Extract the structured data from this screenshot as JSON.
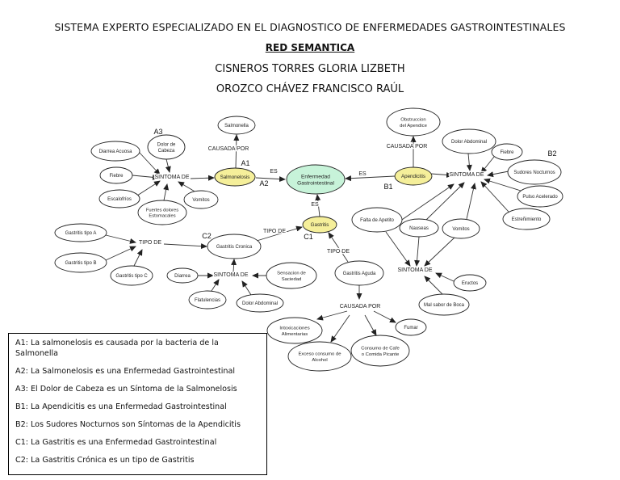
{
  "header": {
    "title": "SISTEMA EXPERTO ESPECIALIZADO EN EL DIAGNOSTICO DE ENFERMEDADES GASTROINTESTINALES",
    "subtitle": "RED SEMANTICA",
    "author1": "CISNEROS TORRES GLORIA LIZBETH",
    "author2": "OROZCO CHÁVEZ FRANCISCO RAÚL"
  },
  "colors": {
    "yellow": "#f5ef9a",
    "green": "#c7f3d9",
    "ink": "#222222"
  },
  "nodes": {
    "center": "Enfermedad Gastrointestinal",
    "salmonelosis": "Salmonelosis",
    "salmonella": "Salmonella",
    "diarrea_acuosa": "Diarrea Acuosa",
    "dolor_cabeza": "Dolor de Cabeza",
    "fiebre1": "Fiebre",
    "escalofrios": "Escalofríos",
    "fuertes_dolores": "Fuertes dolores Estomacales",
    "vomitos1": "Vomitos",
    "apendicitis": "Apendicitis",
    "obstruccion": "Obstruccion del Apendice",
    "dolor_abdominal1": "Dolor Abdominal",
    "fiebre2": "Fiebre",
    "sudores": "Sudores Nocturnos",
    "pulso": "Pulso Acelerado",
    "estrenimiento": "Estreñimiento",
    "gastritis": "Gastritis",
    "gastritis_cronica": "Gastritis Cronica",
    "gastritis_a": "Gastritis tipo A",
    "gastritis_b": "Gastritis tipo B",
    "gastritis_c": "Gastritis tipo C",
    "diarrea": "Diarrea",
    "flatulencias": "Flatulencias",
    "dolor_abdominal2": "Dolor Abdominal",
    "saciedad": "Sensacion de Saciedad",
    "gastritis_aguda": "Gastritis Aguda",
    "falta_apetito": "Falta de Apetito",
    "nauseas": "Nauseas",
    "vomitos2": "Vomitos",
    "eructos": "Eructos",
    "mal_sabor": "Mal sabor de Boca",
    "intoxicaciones": "Intoxicaciones Alimentarias",
    "alcohol": "Exceso consumo de Alcohol",
    "cafe": "Consumo de Cafe o Comida Picante",
    "fumar": "Fumar"
  },
  "relations": {
    "es": "ES",
    "causada_por": "CAUSADA POR",
    "sintoma_de": "SINTOMA DE",
    "tipo_de": "TIPO DE"
  },
  "markers": {
    "a1": "A1",
    "a2": "A2",
    "a3": "A3",
    "b1": "B1",
    "b2": "B2",
    "c1": "C1",
    "c2": "C2"
  },
  "legend": [
    "A1: La salmonelosis es causada por la bacteria de la Salmonella",
    "A2: La Salmonelosis es una Enfermedad Gastrointestinal",
    "A3: El Dolor de Cabeza es un Síntoma de la Salmonelosis",
    "B1: La Apendicitis es una Enfermedad Gastrointestinal",
    "B2: Los Sudores Nocturnos son Síntomas de la Apendicitis",
    "C1: La Gastritis es una Enfermedad Gastrointestinal",
    "C2: La Gastritis Crónica es un tipo de Gastritis"
  ]
}
